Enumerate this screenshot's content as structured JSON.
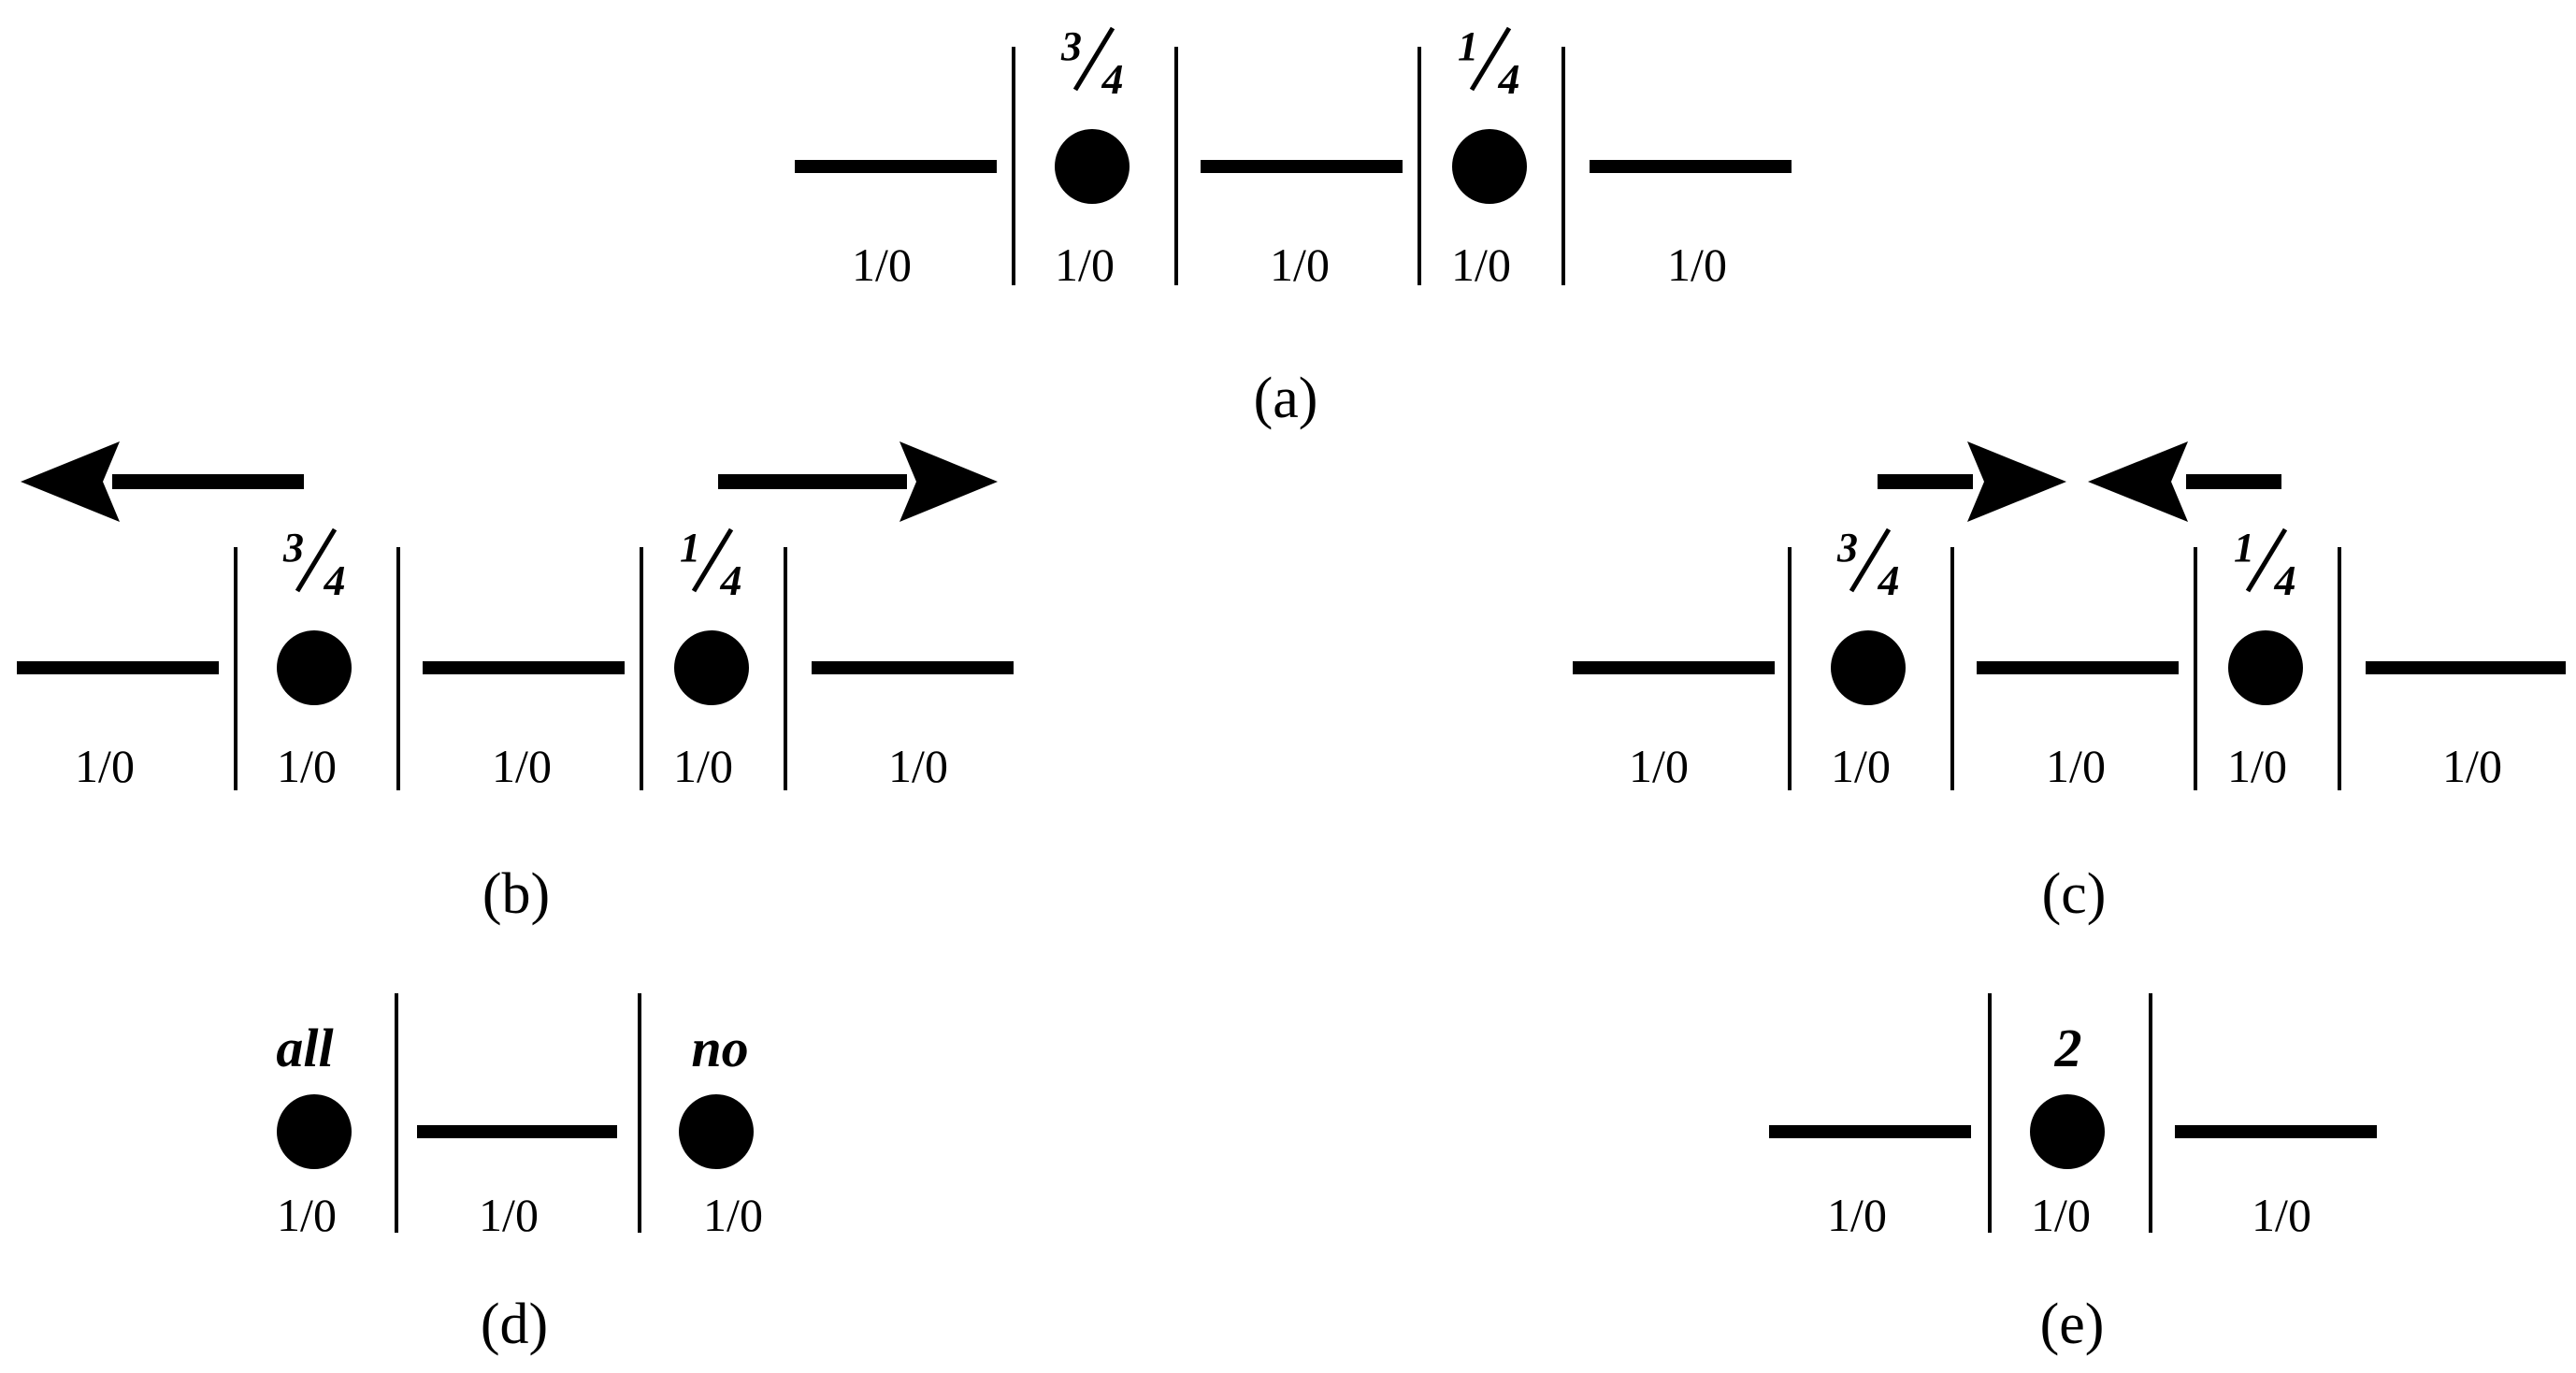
{
  "color": "#000000",
  "panels": [
    {
      "id": "a",
      "caption": "(a)",
      "cells": [
        {
          "type": "segment",
          "label": "1/0"
        },
        {
          "type": "dot",
          "label": "1/0",
          "mark": {
            "num": "3",
            "den": "4"
          }
        },
        {
          "type": "segment",
          "label": "1/0"
        },
        {
          "type": "dot",
          "label": "1/0",
          "mark": {
            "num": "1",
            "den": "4"
          }
        },
        {
          "type": "segment",
          "label": "1/0"
        }
      ],
      "arrows": []
    },
    {
      "id": "b",
      "caption": "(b)",
      "cells": [
        {
          "type": "segment",
          "label": "1/0"
        },
        {
          "type": "dot",
          "label": "1/0",
          "mark": {
            "num": "3",
            "den": "4"
          }
        },
        {
          "type": "segment",
          "label": "1/0"
        },
        {
          "type": "dot",
          "label": "1/0",
          "mark": {
            "num": "1",
            "den": "4"
          }
        },
        {
          "type": "segment",
          "label": "1/0"
        }
      ],
      "arrows": [
        "left",
        "right"
      ]
    },
    {
      "id": "c",
      "caption": "(c)",
      "cells": [
        {
          "type": "segment",
          "label": "1/0"
        },
        {
          "type": "dot",
          "label": "1/0",
          "mark": {
            "num": "3",
            "den": "4"
          }
        },
        {
          "type": "segment",
          "label": "1/0"
        },
        {
          "type": "dot",
          "label": "1/0",
          "mark": {
            "num": "1",
            "den": "4"
          }
        },
        {
          "type": "segment",
          "label": "1/0"
        }
      ],
      "arrows": [
        "right",
        "left"
      ]
    },
    {
      "id": "d",
      "caption": "(d)",
      "cells": [
        {
          "type": "dot",
          "label": "1/0",
          "mark": {
            "text": "all"
          }
        },
        {
          "type": "segment",
          "label": "1/0"
        },
        {
          "type": "dot",
          "label": "1/0",
          "mark": {
            "text": "no"
          }
        }
      ],
      "arrows": []
    },
    {
      "id": "e",
      "caption": "(e)",
      "cells": [
        {
          "type": "segment",
          "label": "1/0"
        },
        {
          "type": "dot",
          "label": "1/0",
          "mark": {
            "text": "2"
          }
        },
        {
          "type": "segment",
          "label": "1/0"
        }
      ],
      "arrows": []
    }
  ]
}
